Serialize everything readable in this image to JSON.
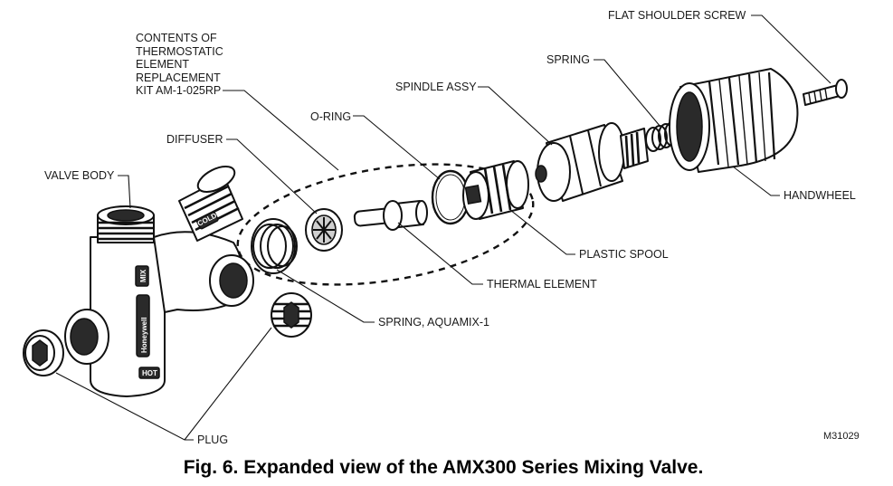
{
  "figure": {
    "caption": "Fig. 6. Expanded view of the AMX300 Series Mixing Valve.",
    "code": "M31029"
  },
  "labels": {
    "flat_shoulder_screw": "FLAT SHOULDER SCREW",
    "spring": "SPRING",
    "spindle_assy": "SPINDLE ASSY",
    "kit_line1": "CONTENTS OF",
    "kit_line2": "THERMOSTATIC",
    "kit_line3": "ELEMENT",
    "kit_line4": "REPLACEMENT",
    "kit_line5": "KIT AM-1-025RP",
    "o_ring": "O-RING",
    "diffuser": "DIFFUSER",
    "valve_body": "VALVE BODY",
    "handwheel": "HANDWHEEL",
    "plastic_spool": "PLASTIC SPOOL",
    "thermal_element": "THERMAL ELEMENT",
    "spring_aquamix": "SPRING, AQUAMIX-1",
    "plug": "PLUG"
  },
  "embossing": {
    "mix": "MIX",
    "cold": "COLD",
    "hot": "HOT",
    "brand": "Honeywell"
  }
}
